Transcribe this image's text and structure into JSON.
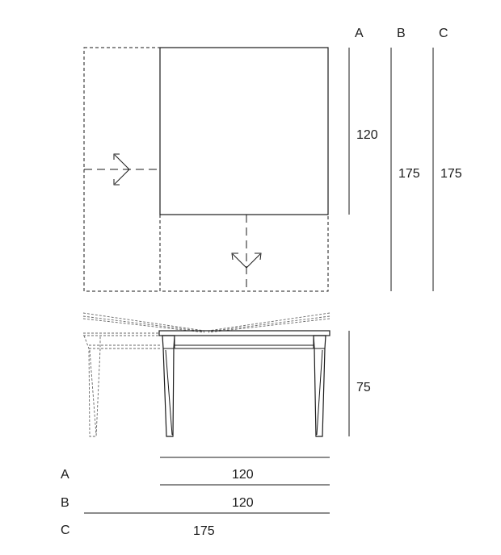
{
  "columns": {
    "a": {
      "label": "A",
      "value": "120"
    },
    "b": {
      "label": "B",
      "value": "175"
    },
    "c": {
      "label": "C",
      "value": "175"
    }
  },
  "height": {
    "value": "75"
  },
  "bottom": {
    "rows": [
      {
        "label": "A",
        "value": "120"
      },
      {
        "label": "B",
        "value": "120"
      },
      {
        "label": "C",
        "value": "175"
      }
    ]
  }
}
